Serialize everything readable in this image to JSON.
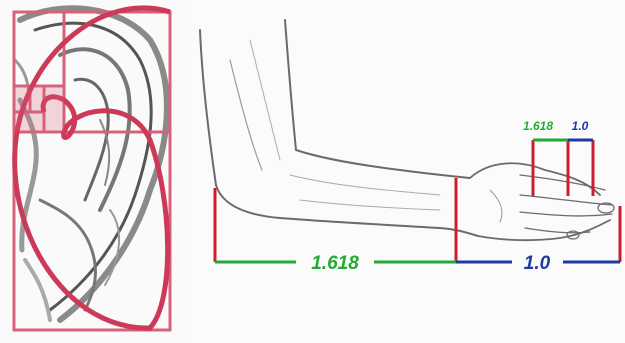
{
  "diagram": {
    "forearm_measure": {
      "ratio_text": "1.618",
      "color": "#22aa33"
    },
    "hand_measure": {
      "ratio_text": "1.0",
      "color": "#1f3aa0"
    },
    "finger_long_measure": {
      "ratio_text": "1.618",
      "color": "#22aa33"
    },
    "finger_short_measure": {
      "ratio_text": "1.0",
      "color": "#1f3aa0"
    },
    "marker_color": "#cc1f2e",
    "golden_overlay_color": "#d9607a"
  }
}
